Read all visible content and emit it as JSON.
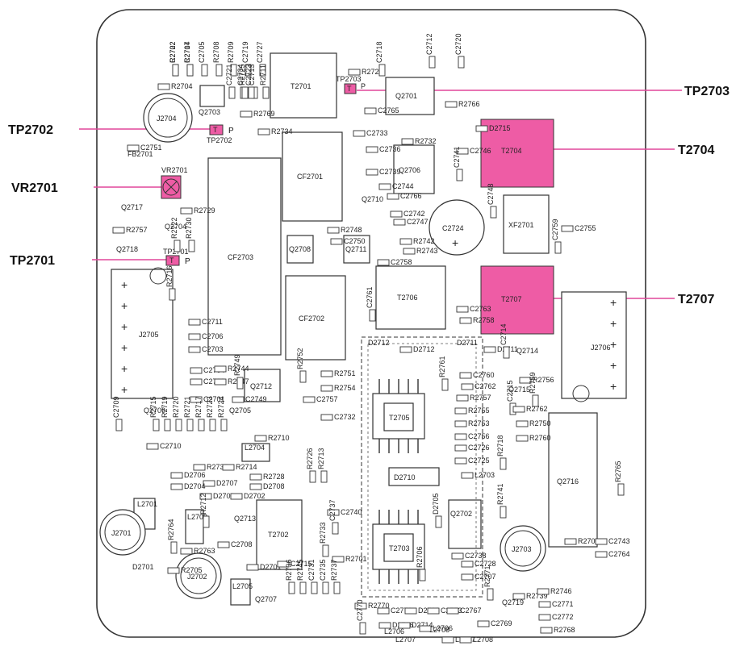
{
  "callouts": {
    "tp2703": "TP2703",
    "tp2702": "TP2702",
    "vr2701": "VR2701",
    "tp2701": "TP2701",
    "t2704": "T2704",
    "t2707": "T2707"
  },
  "colors": {
    "highlight": "#ee5ca5",
    "leader": "#e0479a",
    "outline": "#333333"
  },
  "parts": {
    "t2701": "T2701",
    "t2702": "T2702",
    "t2703": "T2703",
    "t2704": "T2704",
    "t2705": "T2705",
    "t2706": "T2706",
    "t2707": "T2707",
    "cf2701": "CF2701",
    "cf2702": "CF2702",
    "cf2703": "CF2703",
    "xf2701": "XF2701",
    "q2701": "Q2701",
    "q2702": "Q2702",
    "q2703": "Q2703",
    "q2704": "Q2704",
    "q2705": "Q2705",
    "q2706": "Q2706",
    "q2707": "Q2707",
    "q2708": "Q2708",
    "q2709": "Q2709",
    "q2710": "Q2710",
    "q2711": "Q2711",
    "q2712": "Q2712",
    "q2713": "Q2713",
    "q2714": "Q2714",
    "q2715": "Q2715",
    "q2716": "Q2716",
    "q2717": "Q2717",
    "q2718": "Q2718",
    "q2719": "Q2719",
    "j2701": "J2701",
    "j2702": "J2702",
    "j2703": "J2703",
    "j2704": "J2704",
    "j2705": "J2705",
    "j2706": "J2706",
    "c2724": "C2724",
    "vr2701": "VR2701",
    "tp2701": "TP2701",
    "tp2702": "TP2702",
    "tp2703": "TP2703",
    "tp_label": "T",
    "tp_p": "P",
    "d2710": "D2710",
    "d2711": "D2711",
    "d2712": "D2712",
    "d2701": "D2701",
    "l2701": "L2701",
    "l2702": "L2702",
    "l2704": "L2704",
    "l2705": "L2705",
    "l2706": "L2706",
    "l2707": "L2707",
    "l2708": "L2708",
    "fb2701": "FB2701"
  },
  "smallRefs": [
    "R2702",
    "R2707",
    "C2705",
    "R2708",
    "R2709",
    "C2719",
    "C2727",
    "R2704",
    "R2727",
    "C2718",
    "C2712",
    "C2720",
    "R2734",
    "C2751",
    "C2733",
    "R2732",
    "C2736",
    "C2746",
    "C2739",
    "C2744",
    "C2766",
    "C2741",
    "C2742",
    "C2747",
    "C2748",
    "C2755",
    "C2759",
    "R2748",
    "C2750",
    "R2742",
    "R2743",
    "C2758",
    "R2729",
    "R2757",
    "R2730",
    "R2722",
    "R2716",
    "C2711",
    "C2706",
    "C2703",
    "C2704",
    "C2702",
    "C2701",
    "R2744",
    "R2747",
    "R2749",
    "C2749",
    "R2752",
    "R2751",
    "R2754",
    "C2757",
    "C2732",
    "C2761",
    "C2763",
    "R2758",
    "D2712",
    "D2711",
    "C2714",
    "C2760",
    "C2762",
    "R2756",
    "C2715",
    "R2759",
    "R2761",
    "R2757",
    "R2755",
    "R2753",
    "C2756",
    "C2726",
    "C2725",
    "L2703",
    "R2762",
    "R2750",
    "R2760",
    "R2718",
    "R2765",
    "C2709",
    "C2710",
    "R2710",
    "R2735",
    "R2714",
    "R2728",
    "D2708",
    "D2707",
    "D2706",
    "D2704",
    "D2703",
    "D2702",
    "R2712",
    "R2726",
    "R2713",
    "C2740",
    "C2737",
    "R2741",
    "C2738",
    "C2728",
    "C2707",
    "R2706",
    "R2701",
    "R2703",
    "C2743",
    "C2764",
    "R2763",
    "R2764",
    "R2705",
    "C2708",
    "D2701",
    "C2715",
    "R2733",
    "R2736",
    "R2745",
    "C2731",
    "C2735",
    "R2737",
    "R2739",
    "R2746",
    "C2771",
    "C2772",
    "R2768",
    "R2771",
    "R2770",
    "C2773",
    "D2713",
    "C2753",
    "C2767",
    "C2769",
    "C2770",
    "D2716",
    "D2714",
    "L2706",
    "L2707",
    "L2708",
    "D2715",
    "R2769",
    "R2766",
    "C2765",
    "D2705",
    "C2721",
    "C2734",
    "C2713",
    "R2711",
    "R2715",
    "R2719",
    "R2720",
    "R2721",
    "R2717",
    "R2723",
    "R2724",
    "R2725",
    "C2723",
    "C2722",
    "C2714"
  ]
}
